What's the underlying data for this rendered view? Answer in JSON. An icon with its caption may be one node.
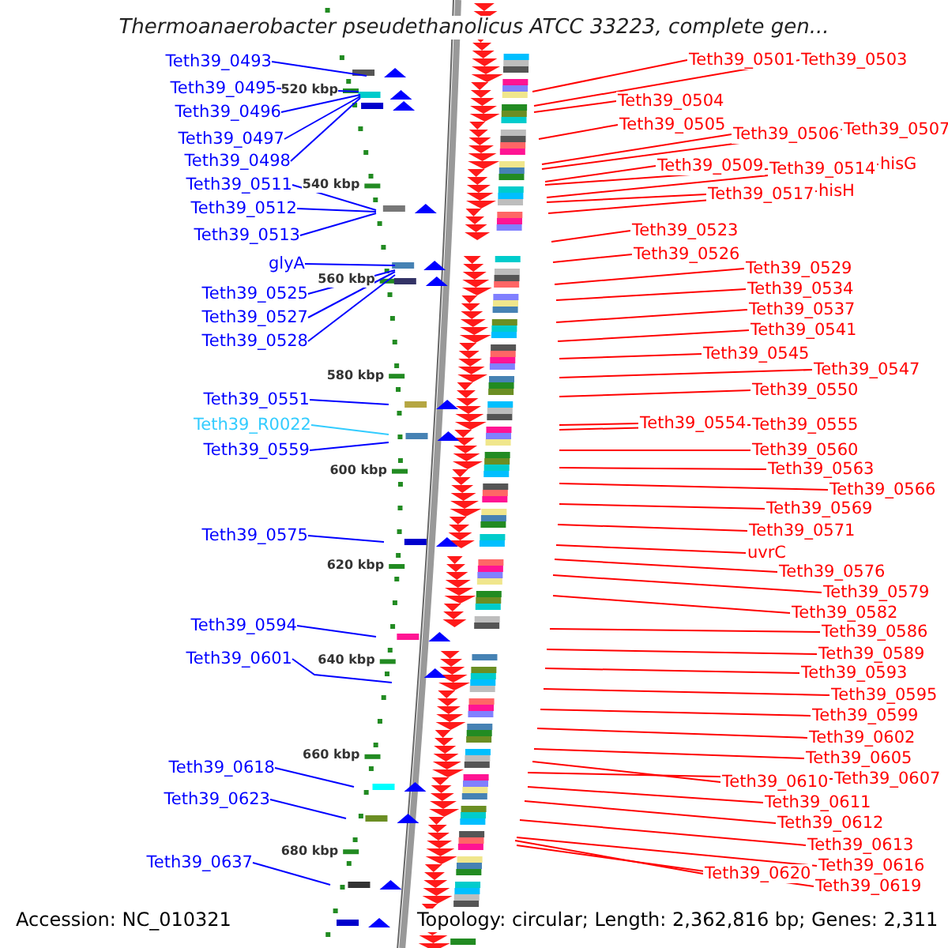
{
  "diagram": {
    "title": "Thermoanaerobacter pseudethanolicus ATCC 33223, complete gen...",
    "nodes": [
      {
        "text": [
          "Teth39_0493"
        ]
      },
      {
        "text": [
          "Teth39_0495"
        ]
      },
      {
        "text": [
          "Teth39_0496"
        ]
      },
      {
        "text": [
          "Teth39_0497"
        ]
      },
      {
        "text": [
          "Teth39_0498"
        ]
      },
      {
        "text": [
          "Teth39_0511"
        ]
      },
      {
        "text": [
          "Teth39_0512"
        ]
      },
      {
        "text": [
          "Teth39_0513"
        ]
      },
      {
        "text": [
          "glyA"
        ]
      },
      {
        "text": [
          "Teth39_0525"
        ]
      },
      {
        "text": [
          "Teth39_0527"
        ]
      },
      {
        "text": [
          "Teth39_0528"
        ]
      },
      {
        "text": [
          "Teth39_0551"
        ]
      },
      {
        "text": [
          "Teth39_R0022"
        ]
      },
      {
        "text": [
          "Teth39_0559"
        ]
      },
      {
        "text": [
          "Teth39_0575"
        ]
      },
      {
        "text": [
          "Teth39_0594"
        ]
      },
      {
        "text": [
          "Teth39_0601"
        ]
      },
      {
        "text": [
          "Teth39_0618"
        ]
      },
      {
        "text": [
          "Teth39_0623"
        ]
      },
      {
        "text": [
          "Teth39_0637"
        ]
      },
      {
        "text": [
          "Teth39_0501"
        ]
      },
      {
        "text": [
          "Teth39_0503"
        ]
      },
      {
        "text": [
          "Teth39_0504"
        ]
      },
      {
        "text": [
          "Teth39_0505"
        ]
      },
      {
        "text": [
          "Teth39_0506"
        ]
      },
      {
        "text": [
          "Teth39_0507"
        ]
      },
      {
        "text": [
          "Teth39_0509"
        ]
      },
      {
        "text": [
          "Teth39_0514"
        ]
      },
      {
        "text": [
          "hisG"
        ]
      },
      {
        "text": [
          "Teth39_0517"
        ]
      },
      {
        "text": [
          "hisH"
        ]
      },
      {
        "text": [
          "Teth39_0523"
        ]
      },
      {
        "text": [
          "Teth39_0526"
        ]
      },
      {
        "text": [
          "Teth39_0529"
        ]
      },
      {
        "text": [
          "Teth39_0534"
        ]
      },
      {
        "text": [
          "Teth39_0537"
        ]
      },
      {
        "text": [
          "Teth39_0541"
        ]
      },
      {
        "text": [
          "Teth39_0545"
        ]
      },
      {
        "text": [
          "Teth39_0547"
        ]
      },
      {
        "text": [
          "Teth39_0550"
        ]
      },
      {
        "text": [
          "Teth39_0554"
        ]
      },
      {
        "text": [
          "Teth39_0555"
        ]
      },
      {
        "text": [
          "Teth39_0560"
        ]
      },
      {
        "text": [
          "Teth39_0563"
        ]
      },
      {
        "text": [
          "Teth39_0566"
        ]
      },
      {
        "text": [
          "Teth39_0569"
        ]
      },
      {
        "text": [
          "Teth39_0571"
        ]
      },
      {
        "text": [
          "uvrC"
        ]
      },
      {
        "text": [
          "Teth39_0576"
        ]
      },
      {
        "text": [
          "Teth39_0579"
        ]
      },
      {
        "text": [
          "Teth39_0582"
        ]
      },
      {
        "text": [
          "Teth39_0586"
        ]
      },
      {
        "text": [
          "Teth39_0589"
        ]
      },
      {
        "text": [
          "Teth39_0593"
        ]
      },
      {
        "text": [
          "Teth39_0595"
        ]
      },
      {
        "text": [
          "Teth39_0599"
        ]
      },
      {
        "text": [
          "Teth39_0602"
        ]
      },
      {
        "text": [
          "Teth39_0605"
        ]
      },
      {
        "text": [
          "Teth39_0610"
        ]
      },
      {
        "text": [
          "Teth39_0607"
        ]
      },
      {
        "text": [
          "Teth39_0611"
        ]
      },
      {
        "text": [
          "Teth39_0612"
        ]
      },
      {
        "text": [
          "Teth39_0613"
        ]
      },
      {
        "text": [
          "Teth39_0616"
        ]
      },
      {
        "text": [
          "Teth39_0620"
        ]
      },
      {
        "text": [
          "Teth39_0619"
        ]
      }
    ],
    "edges": [
      {
        "from": 0,
        "to": null,
        "arrow": "none",
        "color": "#0000ff"
      },
      {
        "from": 1,
        "to": null,
        "arrow": "none",
        "color": "#0000ff"
      },
      {
        "from": 2,
        "to": null,
        "arrow": "none",
        "color": "#0000ff"
      },
      {
        "from": 3,
        "to": null,
        "arrow": "none",
        "color": "#0000ff"
      },
      {
        "from": 4,
        "to": null,
        "arrow": "none",
        "color": "#0000ff"
      },
      {
        "from": 5,
        "to": null,
        "arrow": "none",
        "color": "#0000ff"
      },
      {
        "from": 6,
        "to": null,
        "arrow": "none",
        "color": "#0000ff"
      },
      {
        "from": 7,
        "to": null,
        "arrow": "none",
        "color": "#0000ff"
      },
      {
        "from": 8,
        "to": null,
        "arrow": "none",
        "color": "#0000ff"
      },
      {
        "from": 9,
        "to": null,
        "arrow": "none",
        "color": "#0000ff"
      },
      {
        "from": 10,
        "to": null,
        "arrow": "none",
        "color": "#0000ff"
      },
      {
        "from": 11,
        "to": null,
        "arrow": "none",
        "color": "#0000ff"
      },
      {
        "from": 12,
        "to": null,
        "arrow": "none",
        "color": "#0000ff"
      },
      {
        "from": 13,
        "to": null,
        "arrow": "none",
        "color": "#33ccff"
      },
      {
        "from": 14,
        "to": null,
        "arrow": "none",
        "color": "#0000ff"
      },
      {
        "from": 15,
        "to": null,
        "arrow": "none",
        "color": "#0000ff"
      },
      {
        "from": 16,
        "to": null,
        "arrow": "none",
        "color": "#0000ff"
      },
      {
        "from": 17,
        "to": null,
        "arrow": "none",
        "color": "#0000ff"
      },
      {
        "from": 18,
        "to": null,
        "arrow": "none",
        "color": "#0000ff"
      },
      {
        "from": 19,
        "to": null,
        "arrow": "none",
        "color": "#0000ff"
      },
      {
        "from": 20,
        "to": null,
        "arrow": "none",
        "color": "#0000ff"
      },
      {
        "from": 21,
        "to": null,
        "arrow": "none"
      },
      {
        "from": 22,
        "to": null,
        "arrow": "none"
      },
      {
        "from": 23,
        "to": null,
        "arrow": "none"
      },
      {
        "from": 24,
        "to": null,
        "arrow": "none"
      },
      {
        "from": 25,
        "to": null,
        "arrow": "none"
      },
      {
        "from": 26,
        "to": null,
        "arrow": "none"
      },
      {
        "from": 27,
        "to": null,
        "arrow": "none"
      },
      {
        "from": 28,
        "to": null,
        "arrow": "none"
      },
      {
        "from": 29,
        "to": null,
        "arrow": "none"
      },
      {
        "from": 30,
        "to": null,
        "arrow": "none"
      },
      {
        "from": 31,
        "to": null,
        "arrow": "none"
      },
      {
        "from": 32,
        "to": null,
        "arrow": "none"
      },
      {
        "from": 33,
        "to": null,
        "arrow": "none"
      },
      {
        "from": 34,
        "to": null,
        "arrow": "none"
      },
      {
        "from": 35,
        "to": null,
        "arrow": "none"
      },
      {
        "from": 36,
        "to": null,
        "arrow": "none"
      },
      {
        "from": 37,
        "to": null,
        "arrow": "none"
      },
      {
        "from": 38,
        "to": null,
        "arrow": "none"
      },
      {
        "from": 39,
        "to": null,
        "arrow": "none"
      },
      {
        "from": 40,
        "to": null,
        "arrow": "none"
      },
      {
        "from": 41,
        "to": null,
        "arrow": "none"
      },
      {
        "from": 42,
        "to": null,
        "arrow": "none"
      },
      {
        "from": 43,
        "to": null,
        "arrow": "none"
      },
      {
        "from": 44,
        "to": null,
        "arrow": "none"
      },
      {
        "from": 45,
        "to": null,
        "arrow": "none"
      },
      {
        "from": 46,
        "to": null,
        "arrow": "none"
      },
      {
        "from": 47,
        "to": null,
        "arrow": "none"
      },
      {
        "from": 48,
        "to": null,
        "arrow": "none"
      },
      {
        "from": 49,
        "to": null,
        "arrow": "none"
      },
      {
        "from": 50,
        "to": null,
        "arrow": "none"
      },
      {
        "from": 51,
        "to": null,
        "arrow": "none"
      },
      {
        "from": 52,
        "to": null,
        "arrow": "none"
      },
      {
        "from": 53,
        "to": null,
        "arrow": "none"
      },
      {
        "from": 54,
        "to": null,
        "arrow": "none"
      },
      {
        "from": 55,
        "to": null,
        "arrow": "none"
      },
      {
        "from": 56,
        "to": null,
        "arrow": "none"
      },
      {
        "from": 57,
        "to": null,
        "arrow": "none"
      },
      {
        "from": 58,
        "to": null,
        "arrow": "none"
      },
      {
        "from": 59,
        "to": null,
        "arrow": "none"
      },
      {
        "from": 60,
        "to": null,
        "arrow": "none"
      },
      {
        "from": 61,
        "to": null,
        "arrow": "none"
      },
      {
        "from": 62,
        "to": null,
        "arrow": "none"
      },
      {
        "from": 63,
        "to": null,
        "arrow": "none"
      },
      {
        "from": 64,
        "to": null,
        "arrow": "none"
      },
      {
        "from": 65,
        "to": null,
        "arrow": "none"
      },
      {
        "from": 66,
        "to": null,
        "arrow": "none"
      }
    ],
    "labels": [
      "520 kbp",
      "540 kbp",
      "560 kbp",
      "580 kbp",
      "600 kbp",
      "620 kbp",
      "640 kbp",
      "660 kbp",
      "680 kbp",
      "Accession: NC_010321",
      "Topology: circular; Length: 2,362,816 bp; Genes: 2,311"
    ]
  }
}
